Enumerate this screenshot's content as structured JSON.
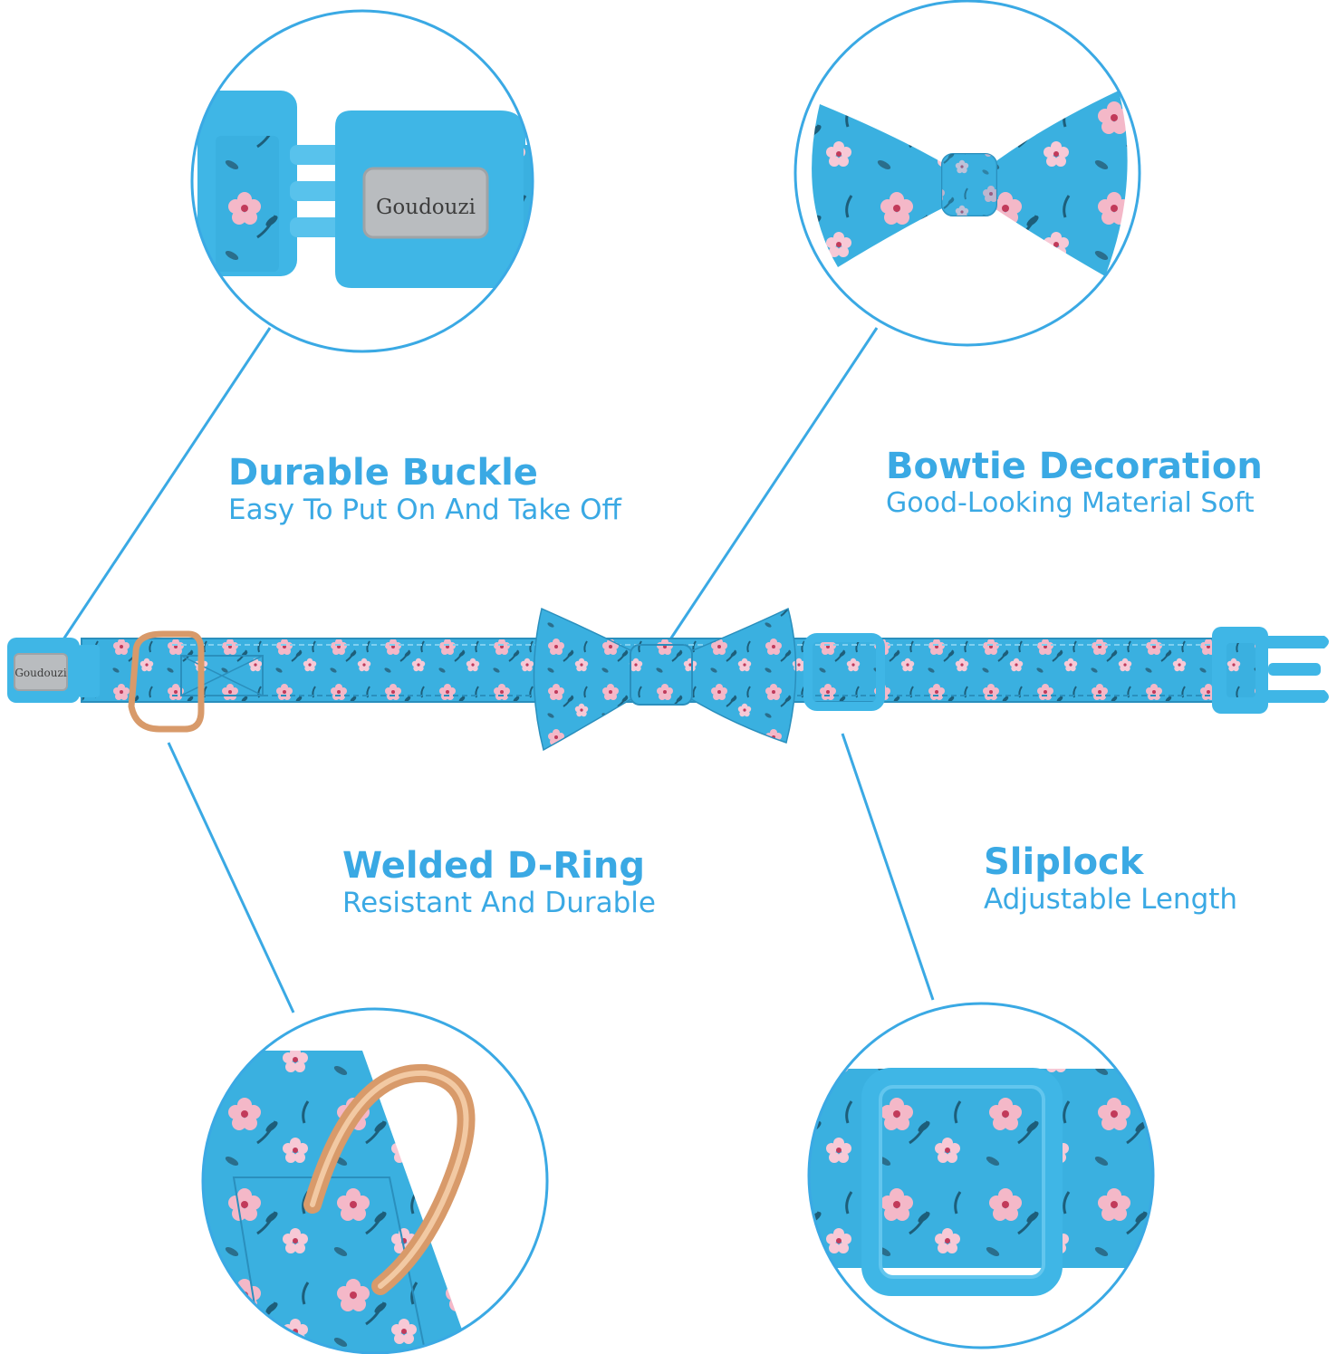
{
  "colors": {
    "accent": "#3aa9e4",
    "collar_blue": "#3ab0e0",
    "buckle_blue": "#3fb6e6",
    "petal_pink": "#f4b8c8",
    "petal_center": "#c23a5a",
    "leaf_dark": "#1d5e7a",
    "ring_gold": "#d89a6a",
    "plate_silver": "#b9bcbf"
  },
  "brand": {
    "logo_text": "Goudouzi"
  },
  "features": {
    "buckle": {
      "title": "Durable Buckle",
      "subtitle": "Easy To Put On And Take Off"
    },
    "bowtie": {
      "title": "Bowtie Decoration",
      "subtitle": "Good-Looking Material Soft"
    },
    "dring": {
      "title": "Welded D-Ring",
      "subtitle": "Resistant And Durable"
    },
    "sliplock": {
      "title": "Sliplock",
      "subtitle": "Adjustable Length"
    }
  },
  "icons": {
    "buckle_closeup": "buckle-closeup-icon",
    "bowtie_closeup": "bowtie-closeup-icon",
    "dring_closeup": "dring-closeup-icon",
    "sliplock_closeup": "sliplock-closeup-icon",
    "collar": "collar-illustration"
  }
}
